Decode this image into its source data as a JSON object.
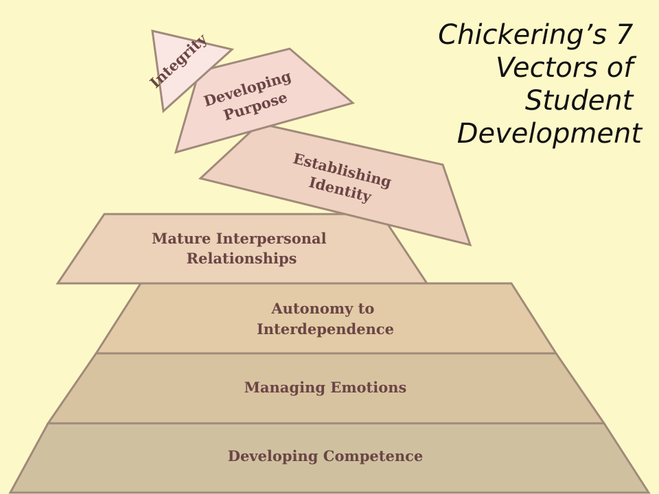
{
  "title": {
    "lines": [
      "Chickering’s 7",
      "Vectors of",
      "Student",
      "Development"
    ]
  },
  "tiers": [
    {
      "label_lines": [
        "Developing Competence"
      ],
      "color": "#cfc1a0"
    },
    {
      "label_lines": [
        "Managing Emotions"
      ],
      "color": "#d8c3a0"
    },
    {
      "label_lines": [
        "Autonomy to",
        "Interdependence"
      ],
      "color": "#e2cba6"
    },
    {
      "label_lines": [
        "Mature Interpersonal",
        "Relationships"
      ],
      "color": "#ebd2b8"
    },
    {
      "label_lines": [
        "Establishing",
        "Identity"
      ],
      "color": "#f0d2c2"
    },
    {
      "label_lines": [
        "Developing",
        "Purpose"
      ],
      "color": "#f5d8d0"
    },
    {
      "label_lines": [
        "Integrity"
      ],
      "color": "#fae6e2"
    }
  ],
  "colors": {
    "background": "#fdf8c8",
    "outline": "#a08a7a",
    "text": "#6b4545"
  }
}
